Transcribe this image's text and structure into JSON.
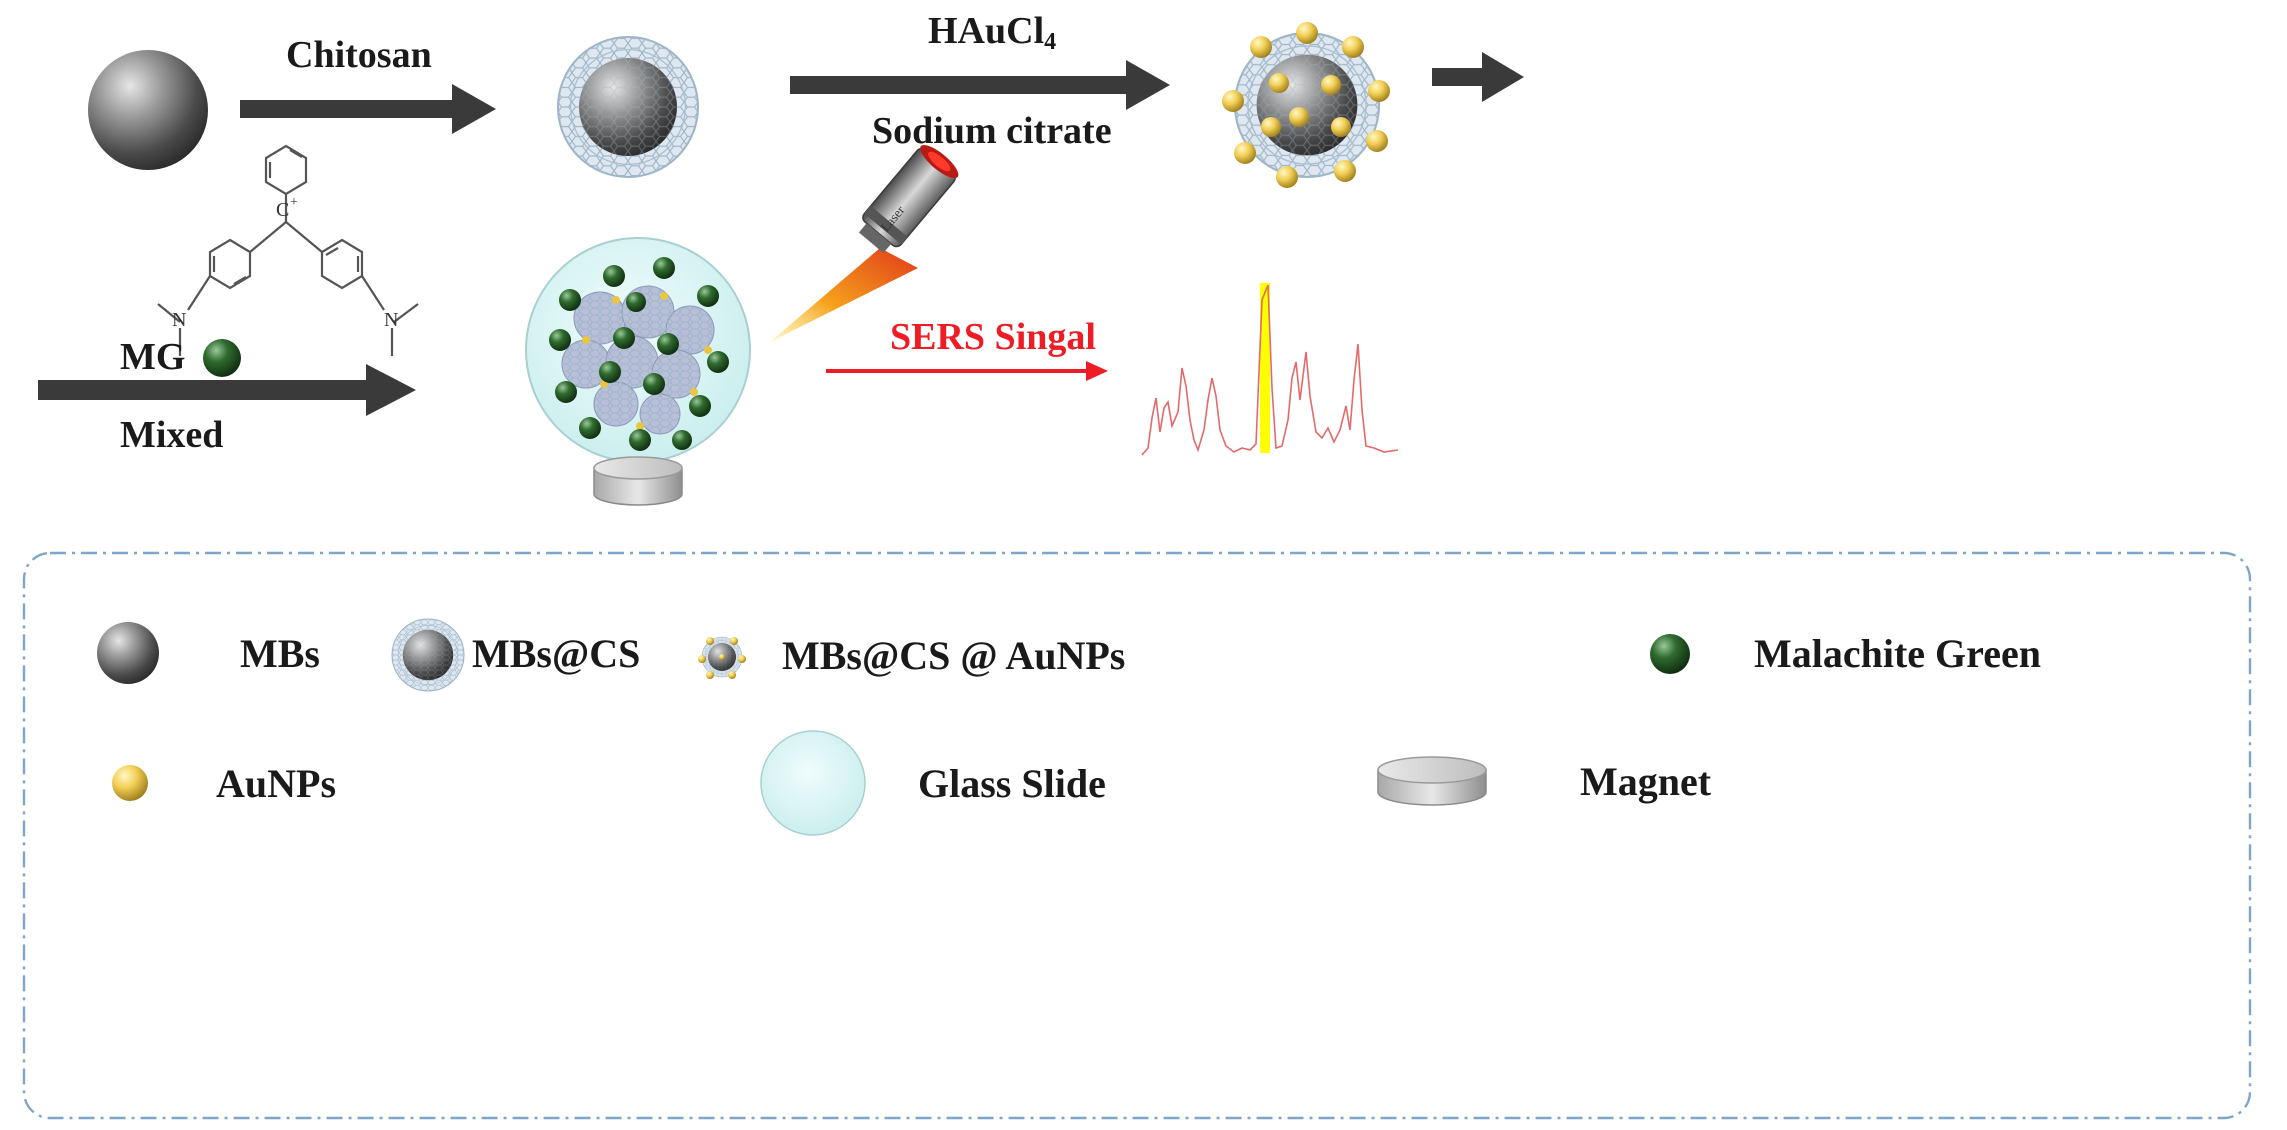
{
  "steps": {
    "step1_top": "Chitosan",
    "step2_top": "HAuCl",
    "step2_top_sub": "4",
    "step2_bottom": "Sodium citrate",
    "step3_top": "MG",
    "step3_bottom": "Mixed",
    "signal": "SERS Singal",
    "laser_text": "Laser"
  },
  "legend": {
    "mbs": "MBs",
    "mbs_cs": "MBs@CS",
    "mbs_cs_aunps": "MBs@CS @ AuNPs",
    "malachite_green": "Malachite Green",
    "aunps": "AuNPs",
    "glass_slide": "Glass Slide",
    "magnet": "Magnet"
  },
  "colors": {
    "arrow": "#3a3a3a",
    "signal_arrow": "#ee1c24",
    "gold": "#f2c94c",
    "malachite": "#1f4d1f",
    "glass": "#d8f4f4",
    "spectrum": "#e88a8a",
    "peak_highlight": "#ffff00"
  },
  "icons": [
    "magnetic-bead-icon",
    "chitosan-coated-bead-icon",
    "gold-decorated-bead-icon",
    "malachite-green-icon",
    "gold-nanoparticle-icon",
    "glass-slide-icon",
    "magnet-icon",
    "laser-icon",
    "mg-structure-icon",
    "sers-spectrum-icon"
  ]
}
